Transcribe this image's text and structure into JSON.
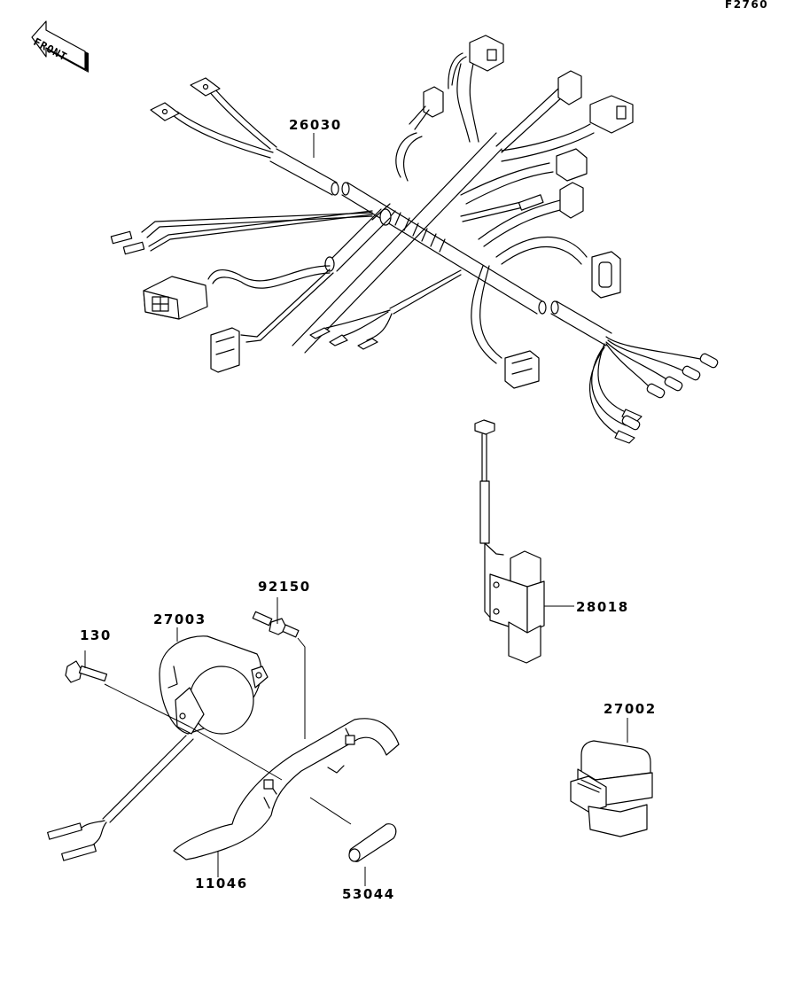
{
  "diagram": {
    "figure_code": "F2760",
    "front_indicator": {
      "text": "FRONT",
      "icon": "left-arrow-icon"
    },
    "parts": [
      {
        "id": "harness",
        "part_number": "26030",
        "description": "main wiring harness"
      },
      {
        "id": "regulator",
        "part_number": "28018",
        "description": "regulator unit with lead and connector"
      },
      {
        "id": "relay",
        "part_number": "27002",
        "description": "relay box"
      },
      {
        "id": "horn",
        "part_number": "27003",
        "description": "horn"
      },
      {
        "id": "bolt",
        "part_number": "130",
        "description": "flanged bolt"
      },
      {
        "id": "stud",
        "part_number": "92150",
        "description": "stud bolt"
      },
      {
        "id": "bracket",
        "part_number": "11046",
        "description": "bracket"
      },
      {
        "id": "tube",
        "part_number": "53044",
        "description": "rubber tube / grommet"
      }
    ]
  }
}
